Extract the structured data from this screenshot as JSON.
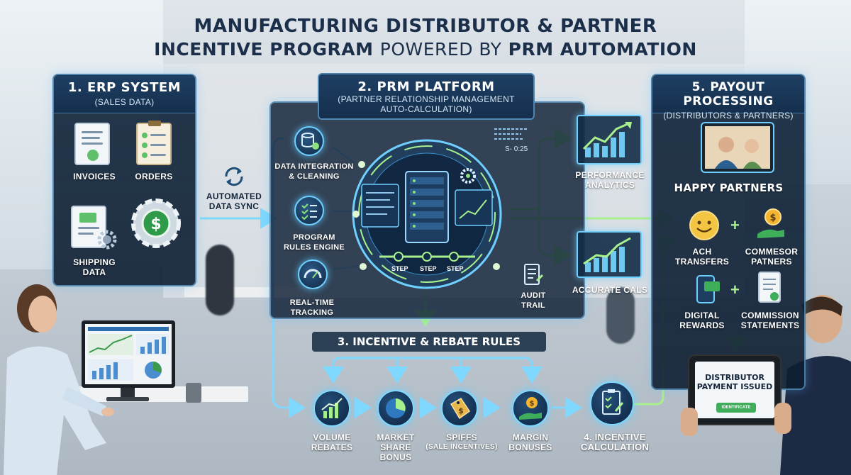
{
  "title": {
    "line1": "MANUFACTURING DISTRIBUTOR & PARTNER",
    "line2_a": "INCENTIVE PROGRAM",
    "line2_b": "POWERED BY",
    "line2_c": "PRM AUTOMATION"
  },
  "erp": {
    "title": "1. ERP SYSTEM",
    "subtitle": "(SALES DATA)",
    "items": [
      "INVOICES",
      "ORDERS",
      "SHIPPING DATA"
    ],
    "shipping_line1": "SHIPPING",
    "shipping_line2": "DATA"
  },
  "sync": {
    "line1": "AUTOMATED",
    "line2": "DATA SYNC"
  },
  "prm": {
    "title": "2. PRM PLATFORM",
    "subtitle1": "(PARTNER RELATIONSHIP MANAGEMENT",
    "subtitle2": "AUTO-CALCULATION)",
    "left_items": [
      {
        "l1": "DATA INTEGRATION",
        "l2": "& CLEANING"
      },
      {
        "l1": "PROGRAM",
        "l2": "RULES ENGINE"
      },
      {
        "l1": "REAL-TIME",
        "l2": "TRACKING"
      }
    ],
    "steps": [
      "STEP",
      "STEP",
      "STEP"
    ],
    "timer": "S- 0:25",
    "audit_l1": "AUDIT",
    "audit_l2": "TRAIL"
  },
  "right_mid": {
    "performance_l1": "PERFORMANCE",
    "performance_l2": "ANALYTICS",
    "accurate": "ACCURATE CALS"
  },
  "rules": {
    "title": "3. INCENTIVE & REBATE RULES",
    "items": [
      {
        "l1": "VOLUME",
        "l2": "REBATES",
        "l3": ""
      },
      {
        "l1": "MARKET",
        "l2": "SHARE",
        "l3": "BONUS"
      },
      {
        "l1": "SPIFFS",
        "l2": "(SALE INCENTIVES)",
        "l3": ""
      },
      {
        "l1": "MARGIN",
        "l2": "BONUSES",
        "l3": ""
      }
    ],
    "calc_l1": "4. INCENTIVE",
    "calc_l2": "CALCULATION"
  },
  "payout": {
    "title": "5. PAYOUT PROCESSING",
    "subtitle": "(DISTRIBUTORS & PARTNERS)",
    "happy": "HAPPY PARTNERS",
    "items": [
      {
        "l1": "ACH",
        "l2": "TRANSFERS"
      },
      {
        "l1": "COMMESOR",
        "l2": "PATNERS"
      },
      {
        "l1": "DIGITAL",
        "l2": "REWARDS"
      },
      {
        "l1": "COMMISSION",
        "l2": "STATEMENTS"
      }
    ]
  },
  "tablet": {
    "l1": "DISTRIBUTOR",
    "l2": "PAYMENT ISSUED",
    "button": "IDENTIFICATE"
  },
  "colors": {
    "glow": "#6fd0ff",
    "green": "#8ee07a",
    "panel": "#14283e",
    "title": "#1c2f4a"
  }
}
